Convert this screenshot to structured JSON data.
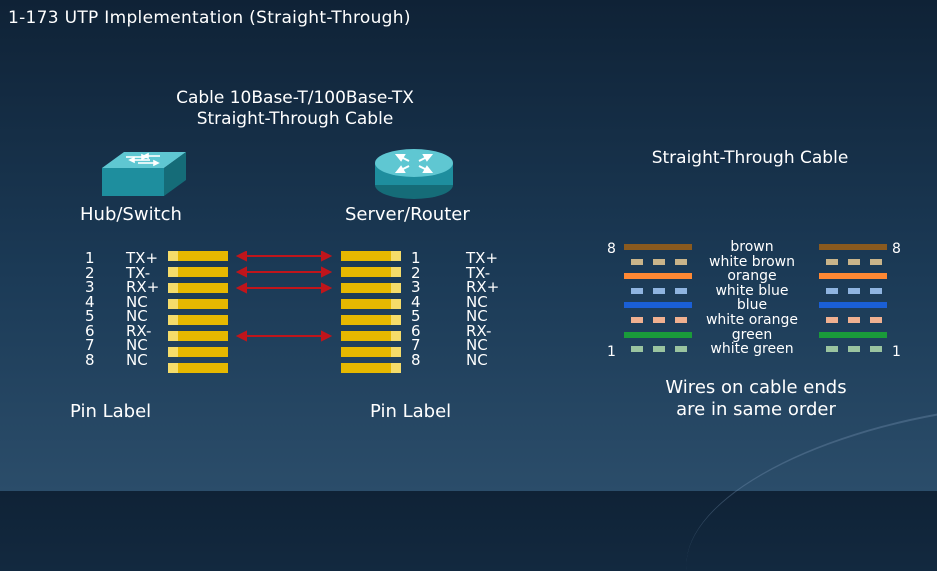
{
  "title": "1-173  UTP Implementation (Straight-Through)",
  "cable_title_line1": "Cable 10Base-T/100Base-TX",
  "cable_title_line2": "Straight-Through Cable",
  "left_device": "Hub/Switch",
  "right_device": "Server/Router",
  "left_pin_label": "Pin Label",
  "right_pin_label": "Pin Label",
  "pins": [
    {
      "num": "1",
      "left": "TX+",
      "right": "TX+",
      "arrow": true
    },
    {
      "num": "2",
      "left": "TX-",
      "right": "TX-",
      "arrow": true
    },
    {
      "num": "3",
      "left": "RX+",
      "right": "RX+",
      "arrow": true
    },
    {
      "num": "4",
      "left": "NC",
      "right": "NC",
      "arrow": false
    },
    {
      "num": "5",
      "left": "NC",
      "right": "NC",
      "arrow": false
    },
    {
      "num": "6",
      "left": "RX-",
      "right": "RX-",
      "arrow": true
    },
    {
      "num": "7",
      "left": "NC",
      "right": "NC",
      "arrow": false
    },
    {
      "num": "8",
      "left": "NC",
      "right": "NC",
      "arrow": false
    }
  ],
  "right_title": "Straight-Through Cable",
  "wire_end_top": "8",
  "wire_end_bottom": "1",
  "wires": [
    {
      "name": "brown",
      "style": "solid",
      "color": "#8a5a1e"
    },
    {
      "name": "white brown",
      "style": "dashed",
      "color": "#c9b48a"
    },
    {
      "name": "orange",
      "style": "solid",
      "color": "#ff8833"
    },
    {
      "name": "white blue",
      "style": "dashed",
      "color": "#8fb4e0"
    },
    {
      "name": "blue",
      "style": "solid",
      "color": "#1a5fd6"
    },
    {
      "name": "white orange",
      "style": "dashed",
      "color": "#f0b090"
    },
    {
      "name": "green",
      "style": "solid",
      "color": "#1a9b3a"
    },
    {
      "name": "white green",
      "style": "dashed",
      "color": "#9ac4a0"
    }
  ],
  "footnote_line1": "Wires on cable ends",
  "footnote_line2": "are in same order",
  "colors": {
    "arrow": "#c0151b",
    "connector_yellow": "#e6b800"
  }
}
